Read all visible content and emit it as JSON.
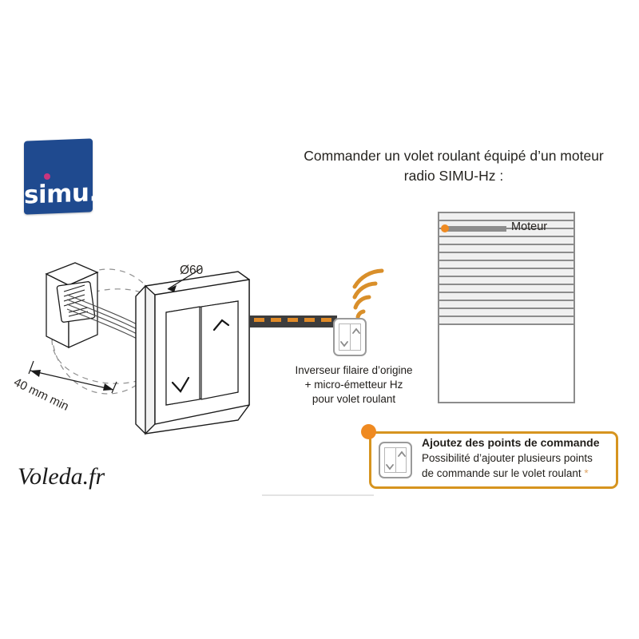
{
  "brand": {
    "logo_text": "simu.",
    "logo_color": "#1f4a8f",
    "logo_dot_color": "#c8357e"
  },
  "title": {
    "line1": "Commander un volet roulant équipé d’un  moteur",
    "line2": "radio SIMU-Hz :"
  },
  "shutter": {
    "motor_label": "Moteur",
    "motor_dot_color": "#ef8a21",
    "slat_count": 14,
    "border_color": "#8c8c8c"
  },
  "module": {
    "caption_line1": "Inverseur filaire d’origine",
    "caption_line2": "+ micro-émetteur Hz",
    "caption_line3": "pour volet roulant",
    "radio_wave_color": "#d98f2a",
    "radio_wave_count": 4
  },
  "cable": {
    "body_color": "#3d3d3d",
    "dash_color": "#e08a27",
    "dash_count": 5
  },
  "dimensions": {
    "diameter_label": "Ø60",
    "depth_label": "40 mm min"
  },
  "callout": {
    "heading": "Ajoutez des points de commande",
    "body_line1": "Possibilité d’ajouter plusieurs points",
    "body_line2": "de commande sur le volet roulant",
    "asterisk": "*",
    "border_color": "#d6941f",
    "dot_color": "#ef8a21",
    "asterisk_color": "#e0a768"
  },
  "switch_plate": {
    "up_arrow": "chevron-up",
    "down_arrow": "chevron-down",
    "button_count": 2
  },
  "watermark": {
    "text": "Voleda.fr"
  }
}
